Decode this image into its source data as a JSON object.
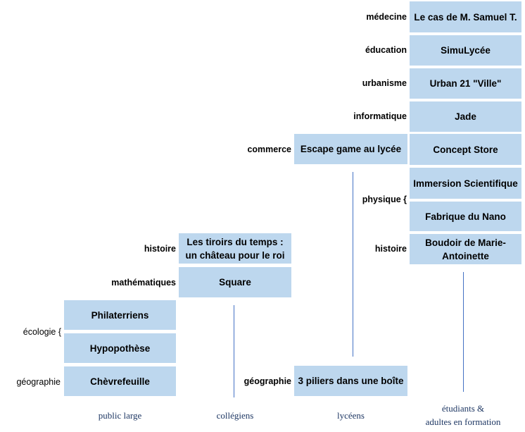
{
  "columns": {
    "public": "public large",
    "colleges": "collégiens",
    "lycees": "lycéens",
    "etudiants_1": "étudiants &",
    "etudiants_2": "adultes en formation"
  },
  "col1": {
    "philaterriens": "Philaterriens",
    "hypopothese": "Hypopothèse",
    "chevrefeuille": "Chèvrefeuille",
    "lbl_ecologie": "écologie {",
    "lbl_geographie": "géographie"
  },
  "col2": {
    "tiroirs_1": "Les tiroirs du temps :",
    "tiroirs_2": "un château pour le roi",
    "square": "Square",
    "lbl_histoire": "histoire",
    "lbl_mathematiques": "mathématiques"
  },
  "col3": {
    "escape": "Escape game au lycée",
    "piliers": "3 piliers dans une boîte",
    "lbl_commerce": "commerce",
    "lbl_geographie": "géographie"
  },
  "col4": {
    "samuel": "Le cas de M. Samuel T.",
    "simulycee": "SimuLycée",
    "urban": "Urban 21 \"Ville\"",
    "jade": "Jade",
    "concept": "Concept Store",
    "immersion": "Immersion Scientifique",
    "nano": "Fabrique du Nano",
    "boudoir_1": "Boudoir de Marie-",
    "boudoir_2": "Antoinette",
    "lbl_medecine": "médecine",
    "lbl_education": "éducation",
    "lbl_urbanisme": "urbanisme",
    "lbl_informatique": "informatique",
    "lbl_physique": "physique {",
    "lbl_histoire": "histoire"
  },
  "colors": {
    "box": "#bdd7ee",
    "line": "#4472c4",
    "column_label": "#1f3864"
  }
}
